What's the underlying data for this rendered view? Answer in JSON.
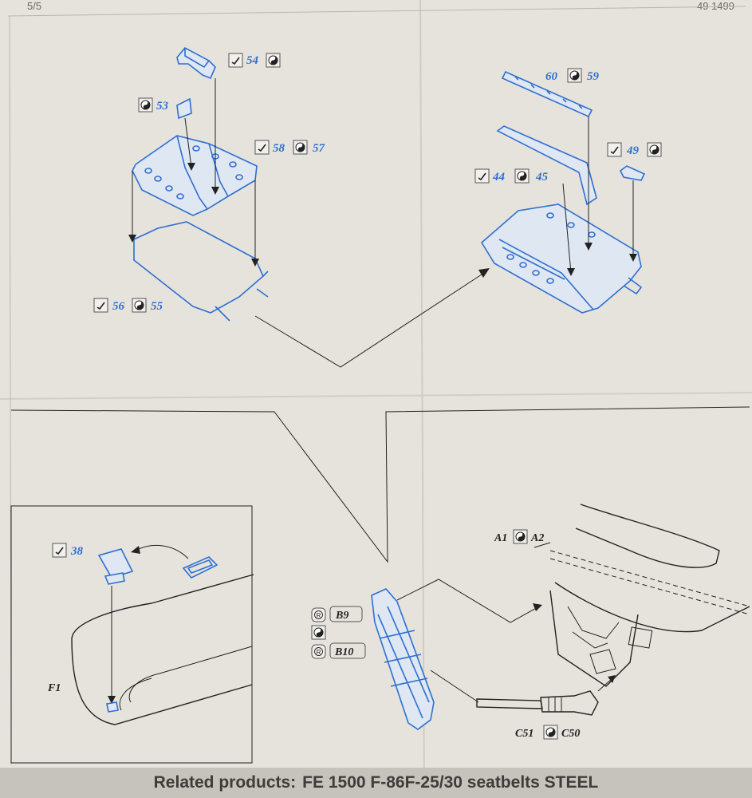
{
  "page": {
    "number_left": "5/5",
    "number_right": "49 1499"
  },
  "labels": {
    "p54": "54",
    "p53": "53",
    "p58": "58",
    "p57": "57",
    "p56": "56",
    "p55": "55",
    "p60": "60",
    "p59": "59",
    "p49": "49",
    "p44": "44",
    "p45": "45",
    "p38": "38",
    "f1": "F1",
    "a1": "A1",
    "a2": "A2",
    "b9": "B9",
    "b10": "B10",
    "c51": "C51",
    "c50": "C50"
  },
  "icons": {
    "bend": "bend-icon",
    "paint": "paint-yin-yang-icon",
    "remove": "remove-r-icon"
  },
  "colors": {
    "paper": "#e6e3dd",
    "part_blue": "#2f6fd0",
    "line": "#222222",
    "footer_bg": "#c6c3bd"
  },
  "footer": {
    "prefix": "Related products:",
    "text": "FE 1500 F-86F-25/30 seatbelts STEEL"
  }
}
